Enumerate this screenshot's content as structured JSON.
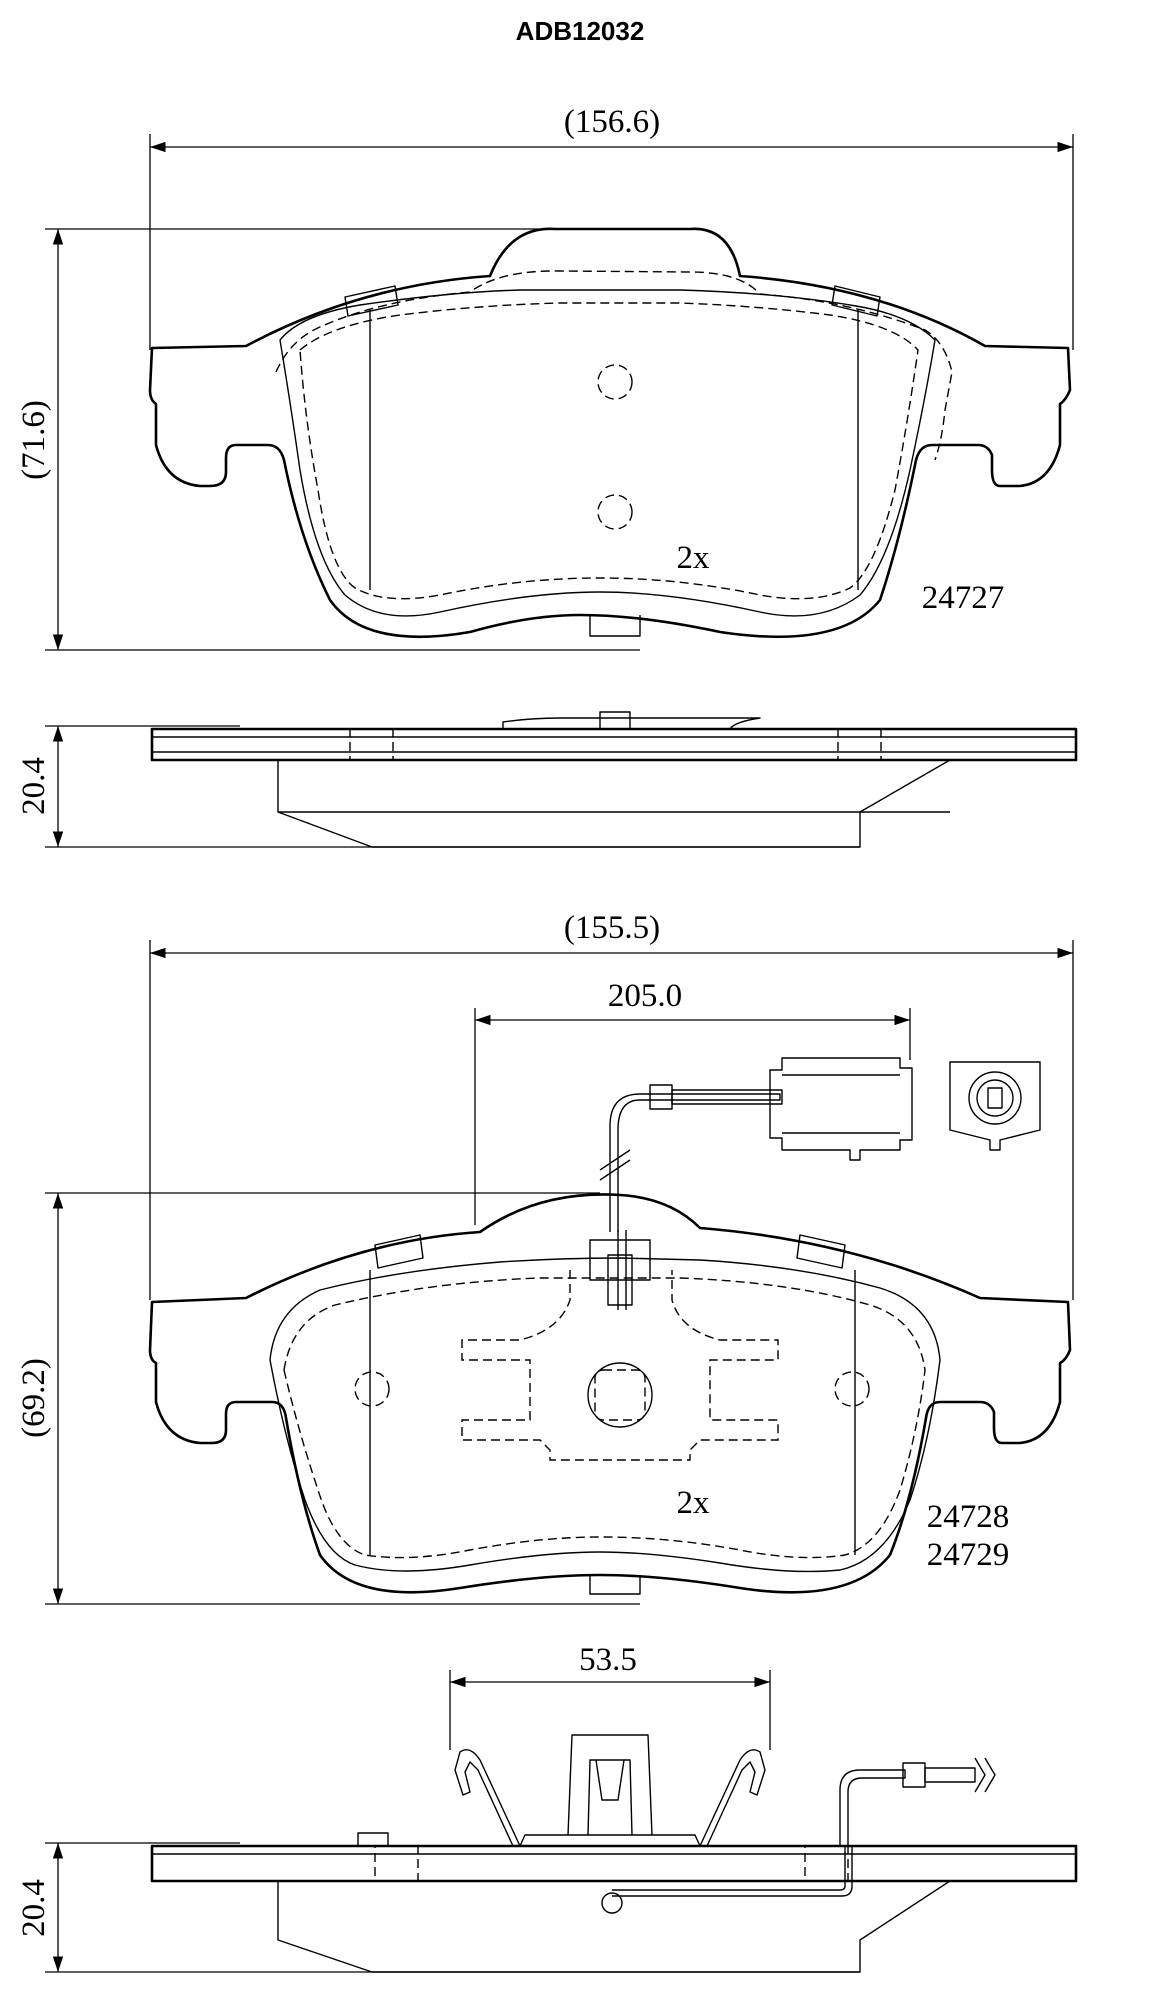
{
  "title": "ADB12032",
  "pad_a": {
    "width_label": "(156.6)",
    "height_label": "(71.6)",
    "quantity_label": "2x",
    "part_number": "24727",
    "thickness_label": "20.4"
  },
  "pad_b": {
    "width_label": "(155.5)",
    "wire_length_label": "205.0",
    "height_label": "(69.2)",
    "quantity_label": "2x",
    "part_numbers": [
      "24728",
      "24729"
    ],
    "clip_width_label": "53.5",
    "thickness_label": "20.4"
  }
}
